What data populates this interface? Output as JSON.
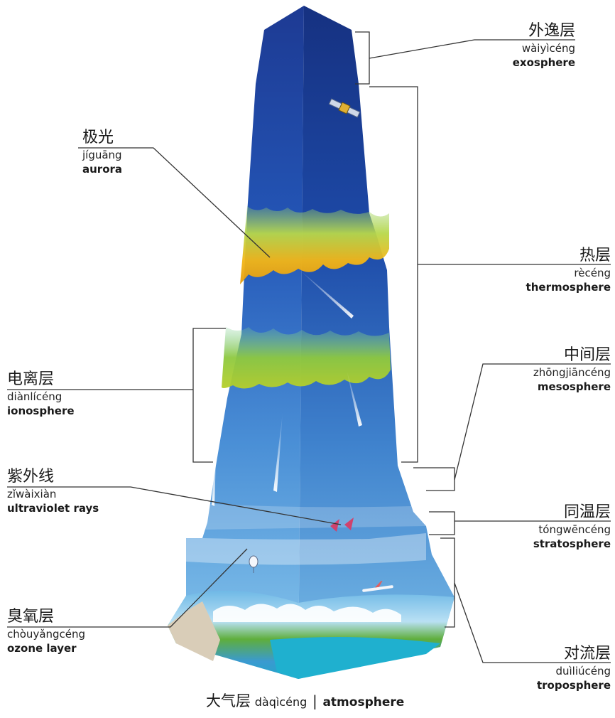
{
  "labels": {
    "exosphere": {
      "zh": "外逸层",
      "pinyin": "wàiyìcéng",
      "en": "exosphere"
    },
    "thermosphere": {
      "zh": "热层",
      "pinyin": "rècéng",
      "en": "thermosphere"
    },
    "mesosphere": {
      "zh": "中间层",
      "pinyin": "zhōngjiāncéng",
      "en": "mesosphere"
    },
    "stratosphere": {
      "zh": "同温层",
      "pinyin": "tóngwēncéng",
      "en": "stratosphere"
    },
    "troposphere": {
      "zh": "对流层",
      "pinyin": "duìliúcéng",
      "en": "troposphere"
    },
    "aurora": {
      "zh": "极光",
      "pinyin": "jíguāng",
      "en": "aurora"
    },
    "ionosphere": {
      "zh": "电离层",
      "pinyin": "diànlícéng",
      "en": "ionosphere"
    },
    "ultraviolet": {
      "zh": "紫外线",
      "pinyin": "zǐwàixiàn",
      "en": "ultraviolet rays"
    },
    "ozone": {
      "zh": "臭氧层",
      "pinyin": "chòuyǎngcéng",
      "en": "ozone layer"
    }
  },
  "caption": {
    "zh": "大气层",
    "pinyin": "dàqìcéng",
    "separator": "|",
    "en": "atmosphere"
  },
  "colors": {
    "sky_top": "#1f3f9a",
    "sky_bottom": "#7fc4ea",
    "aurora_yellow": "#f2b316",
    "aurora_green": "#8bc63d",
    "leader_line": "#333333"
  }
}
